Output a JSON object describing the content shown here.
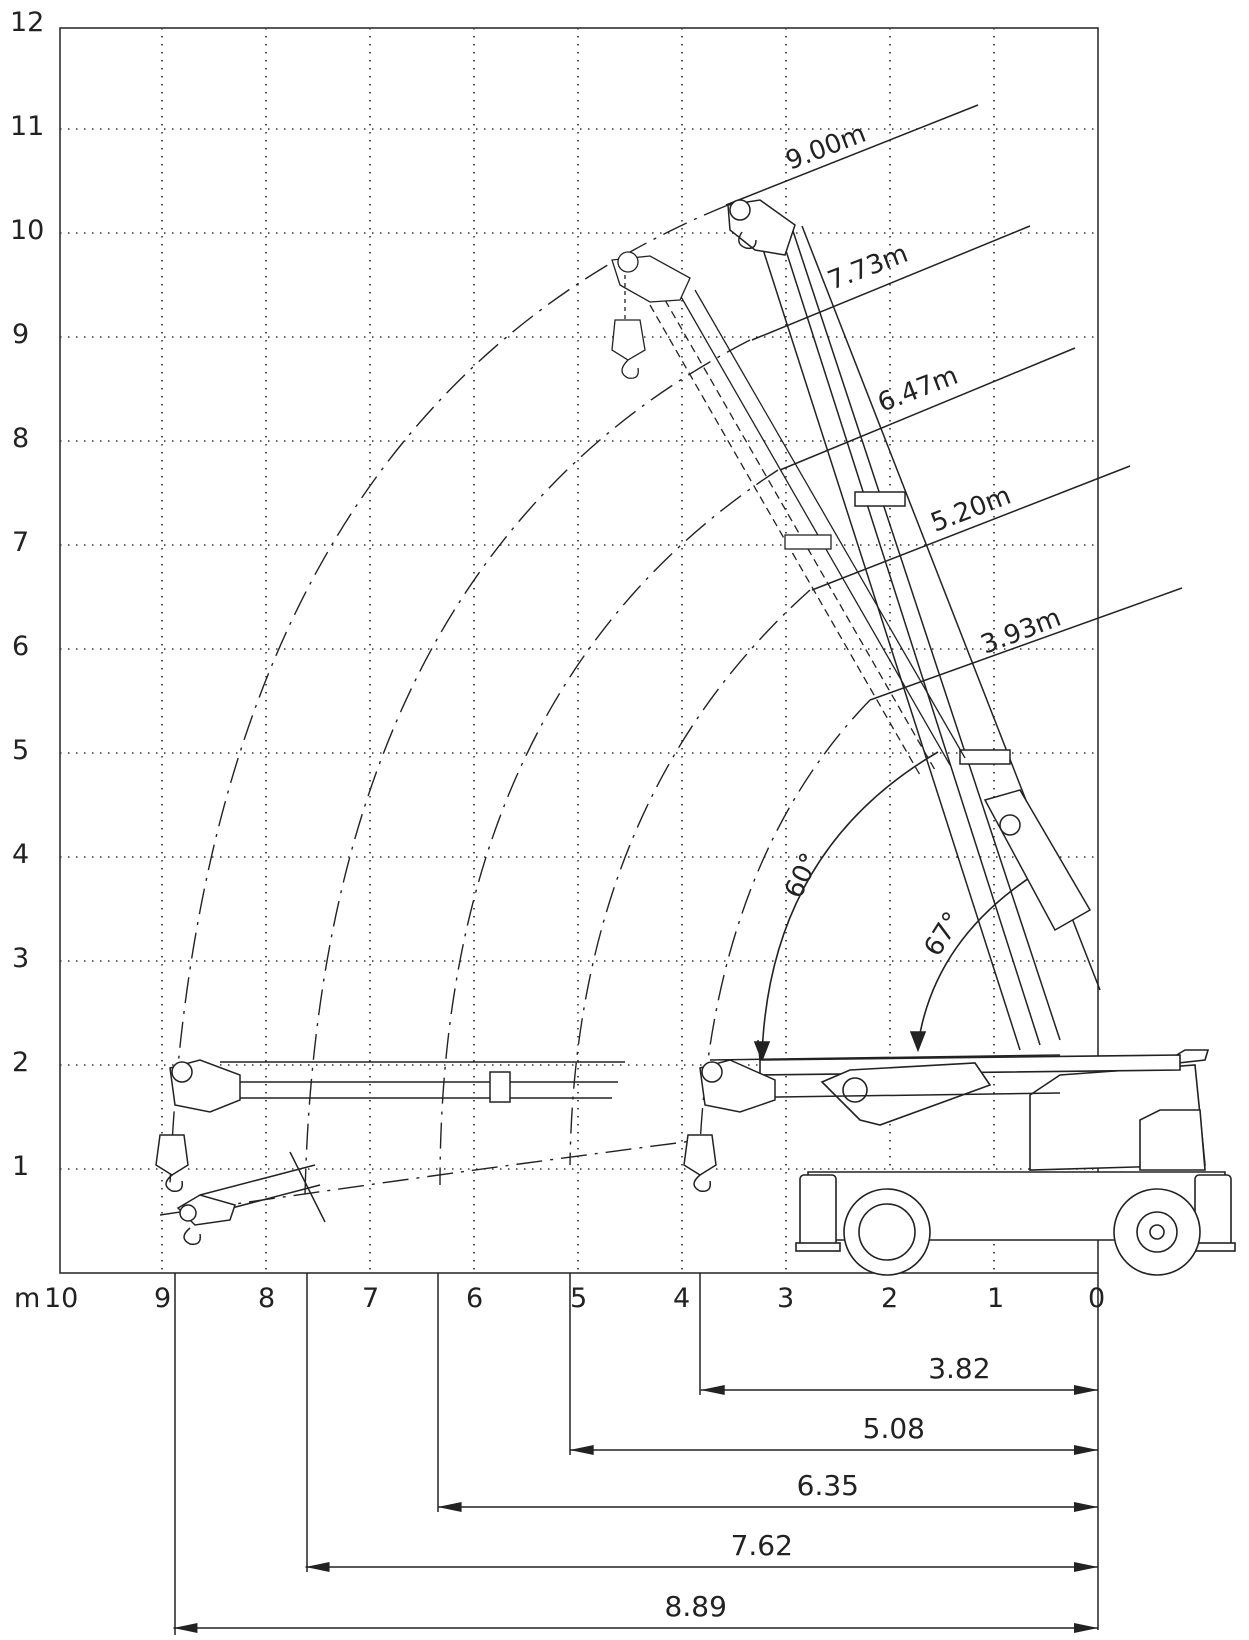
{
  "diagram": {
    "unit": "m",
    "y_ticks": [
      "1",
      "2",
      "3",
      "4",
      "5",
      "6",
      "7",
      "8",
      "9",
      "10",
      "11",
      "12"
    ],
    "x_ticks": [
      "10",
      "9",
      "8",
      "7",
      "6",
      "5",
      "4",
      "3",
      "2",
      "1",
      "0"
    ],
    "radius_labels": [
      {
        "name": "radius-label-900",
        "text": "9.00m"
      },
      {
        "name": "radius-label-773",
        "text": "7.73m"
      },
      {
        "name": "radius-label-647",
        "text": "6.47m"
      },
      {
        "name": "radius-label-520",
        "text": "5.20m"
      },
      {
        "name": "radius-label-393",
        "text": "3.93m"
      }
    ],
    "angle_labels": [
      {
        "name": "angle-label-60",
        "text": "60°"
      },
      {
        "name": "angle-label-67",
        "text": "67°"
      }
    ],
    "reach_dimensions": [
      {
        "name": "reach-dim-382",
        "text": "3.82",
        "value": 3.82
      },
      {
        "name": "reach-dim-508",
        "text": "5.08",
        "value": 5.08
      },
      {
        "name": "reach-dim-635",
        "text": "6.35",
        "value": 6.35
      },
      {
        "name": "reach-dim-762",
        "text": "7.62",
        "value": 7.62
      },
      {
        "name": "reach-dim-889",
        "text": "8.89",
        "value": 8.89
      }
    ],
    "colors": {
      "line": "#222222",
      "grid": "#333333",
      "background": "#ffffff"
    }
  }
}
